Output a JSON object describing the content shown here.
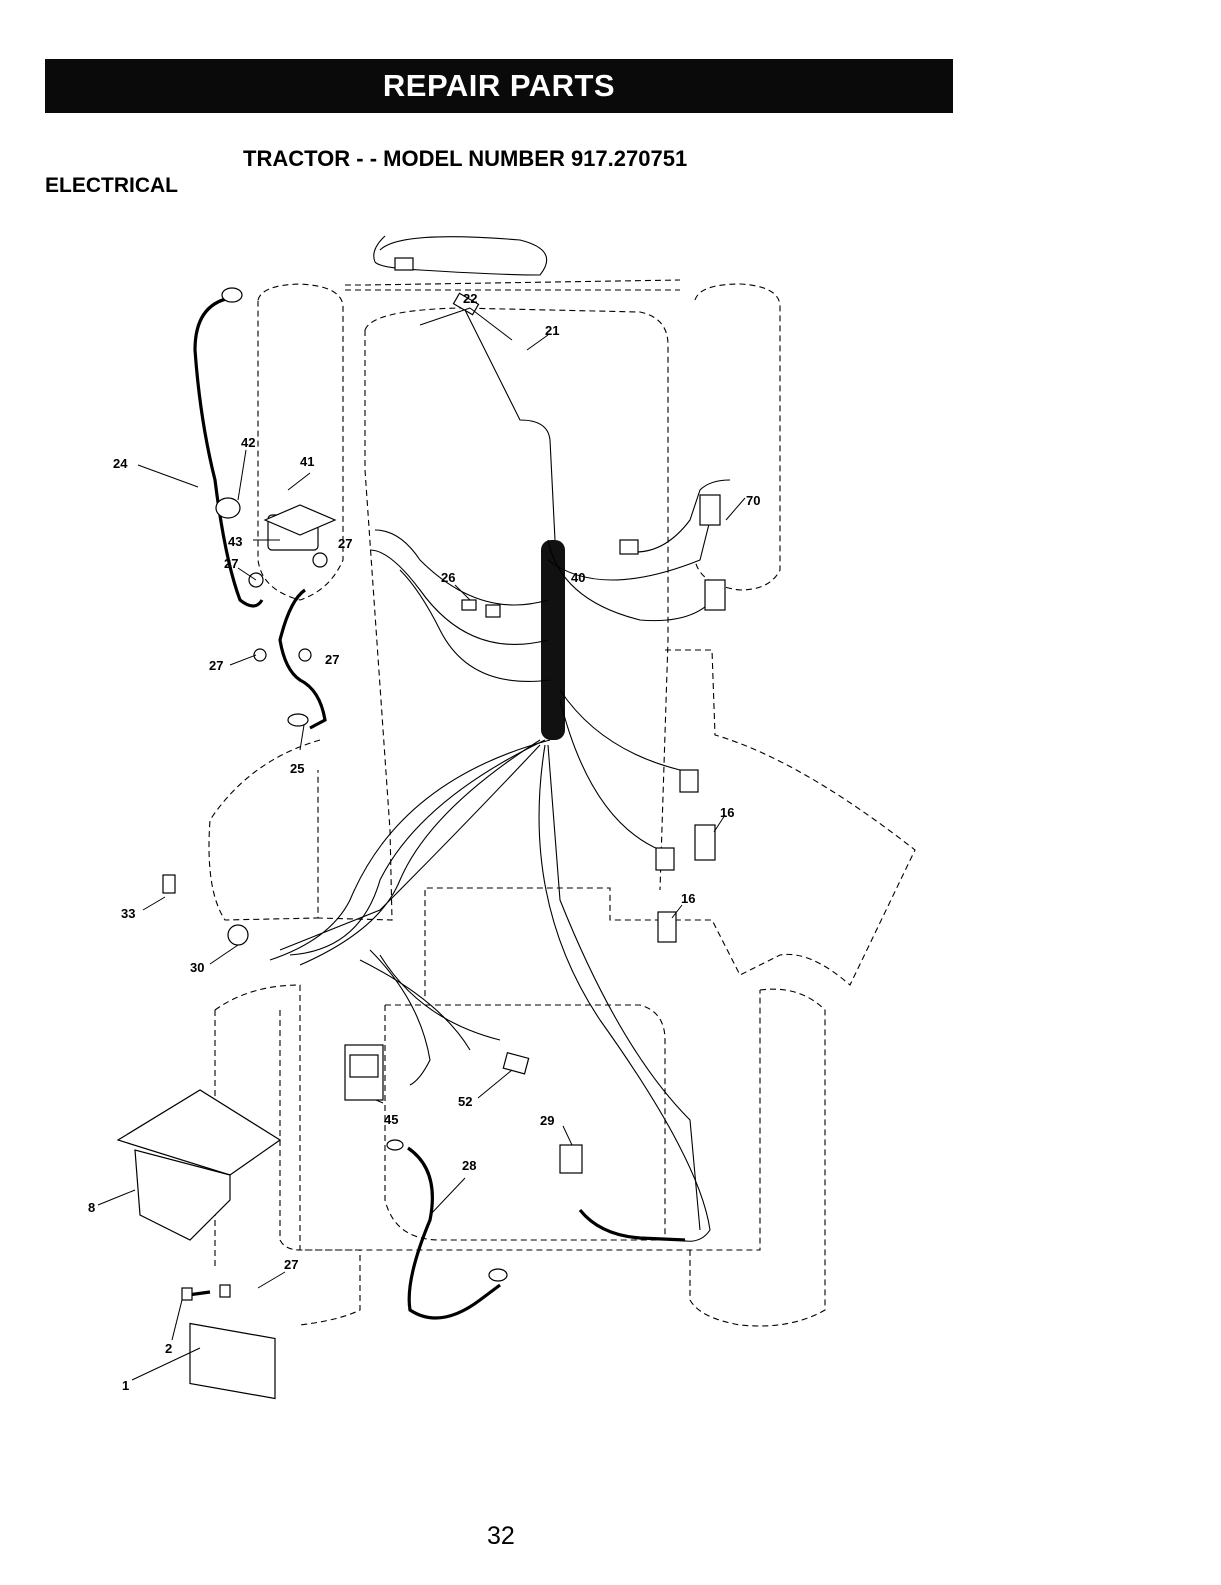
{
  "header": {
    "banner": "REPAIR PARTS"
  },
  "title": "TRACTOR - - MODEL NUMBER 917.270751",
  "section": "ELECTRICAL",
  "page_number": "32",
  "callouts": {
    "c22": "22",
    "c21": "21",
    "c42": "42",
    "c41": "41",
    "c24": "24",
    "c70": "70",
    "c43": "43",
    "c27a": "27",
    "c27b": "27",
    "c26": "26",
    "c40": "40",
    "c27c": "27",
    "c27d": "27",
    "c25": "25",
    "c16a": "16",
    "c33": "33",
    "c16b": "16",
    "c30": "30",
    "c45": "45",
    "c52": "52",
    "c29": "29",
    "c28": "28",
    "c8": "8",
    "c27e": "27",
    "c2": "2",
    "c1": "1"
  }
}
